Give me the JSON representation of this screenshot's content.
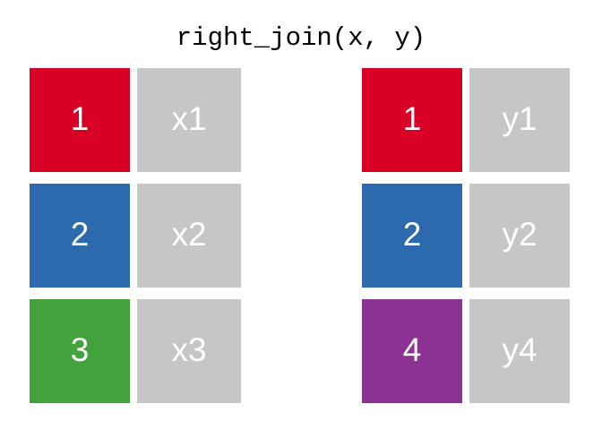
{
  "title": "right_join(x, y)",
  "colors": {
    "red": "#d80024",
    "blue": "#2c6aad",
    "green": "#42a23c",
    "purple": "#8b3293",
    "gray": "#c6c6c6",
    "text_on_block": "#ffffff",
    "title_text": "#000000",
    "background": "#ffffff"
  },
  "tables": [
    {
      "name": "x",
      "rows": [
        {
          "key": "1",
          "key_color": "#d80024",
          "value": "x1",
          "value_color": "#c6c6c6"
        },
        {
          "key": "2",
          "key_color": "#2c6aad",
          "value": "x2",
          "value_color": "#c6c6c6"
        },
        {
          "key": "3",
          "key_color": "#42a23c",
          "value": "x3",
          "value_color": "#c6c6c6"
        }
      ]
    },
    {
      "name": "y",
      "rows": [
        {
          "key": "1",
          "key_color": "#d80024",
          "value": "y1",
          "value_color": "#c6c6c6"
        },
        {
          "key": "2",
          "key_color": "#2c6aad",
          "value": "y2",
          "value_color": "#c6c6c6"
        },
        {
          "key": "4",
          "key_color": "#8b3293",
          "value": "y4",
          "value_color": "#c6c6c6"
        }
      ]
    }
  ]
}
